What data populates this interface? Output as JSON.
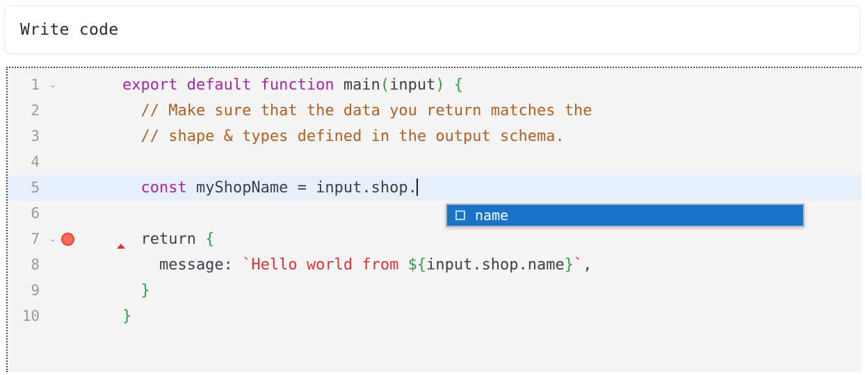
{
  "panel": {
    "label": "Write code"
  },
  "editor": {
    "language": "javascript",
    "active_line": 5,
    "cursor_line": 5,
    "cursor_column": 29,
    "breakpoint_line": 7,
    "fold_lines": [
      1,
      7
    ],
    "colors": {
      "background": "#f5f5f6",
      "active_line": "#e7effa",
      "gutter_text": "#9a9a9a",
      "keyword": "#a626a4",
      "comment": "#b25f22",
      "plain": "#3b3f46",
      "punctuation": "#2f9e44",
      "string": "#e03131",
      "breakpoint": "#fb6a5a",
      "error_marker": "#e03131",
      "autocomplete_selected": "#1a73c7"
    },
    "lines": [
      {
        "number": "1",
        "tokens": [
          {
            "t": "    ",
            "c": "plain"
          },
          {
            "t": "export default function ",
            "c": "kw"
          },
          {
            "t": "main",
            "c": "plain"
          },
          {
            "t": "(",
            "c": "punct"
          },
          {
            "t": "input",
            "c": "plain"
          },
          {
            "t": ")",
            "c": "punct"
          },
          {
            "t": " ",
            "c": "plain"
          },
          {
            "t": "{",
            "c": "brace"
          }
        ]
      },
      {
        "number": "2",
        "tokens": [
          {
            "t": "      // Make sure that the data you return matches the",
            "c": "comment"
          }
        ]
      },
      {
        "number": "3",
        "tokens": [
          {
            "t": "      // shape & types defined in the output schema.",
            "c": "comment"
          }
        ]
      },
      {
        "number": "4",
        "tokens": []
      },
      {
        "number": "5",
        "tokens": [
          {
            "t": "      ",
            "c": "plain"
          },
          {
            "t": "const",
            "c": "kw"
          },
          {
            "t": " myShopName = input.shop.",
            "c": "plain"
          }
        ]
      },
      {
        "number": "6",
        "tokens": []
      },
      {
        "number": "7",
        "tokens": [
          {
            "t": "      return ",
            "c": "plain"
          },
          {
            "t": "{",
            "c": "brace"
          }
        ]
      },
      {
        "number": "8",
        "tokens": [
          {
            "t": "        message: ",
            "c": "plain"
          },
          {
            "t": "`Hello world from ",
            "c": "string"
          },
          {
            "t": "${",
            "c": "brace"
          },
          {
            "t": "input.shop.name",
            "c": "plain"
          },
          {
            "t": "}",
            "c": "brace"
          },
          {
            "t": "`",
            "c": "string"
          },
          {
            "t": ",",
            "c": "plain"
          }
        ]
      },
      {
        "number": "9",
        "tokens": [
          {
            "t": "      ",
            "c": "plain"
          },
          {
            "t": "}",
            "c": "brace"
          }
        ]
      },
      {
        "number": "10",
        "tokens": [
          {
            "t": "    ",
            "c": "plain"
          },
          {
            "t": "}",
            "c": "brace"
          }
        ]
      }
    ]
  },
  "autocomplete": {
    "visible": true,
    "items": [
      {
        "label": "name",
        "kind": "property",
        "selected": true
      }
    ]
  }
}
